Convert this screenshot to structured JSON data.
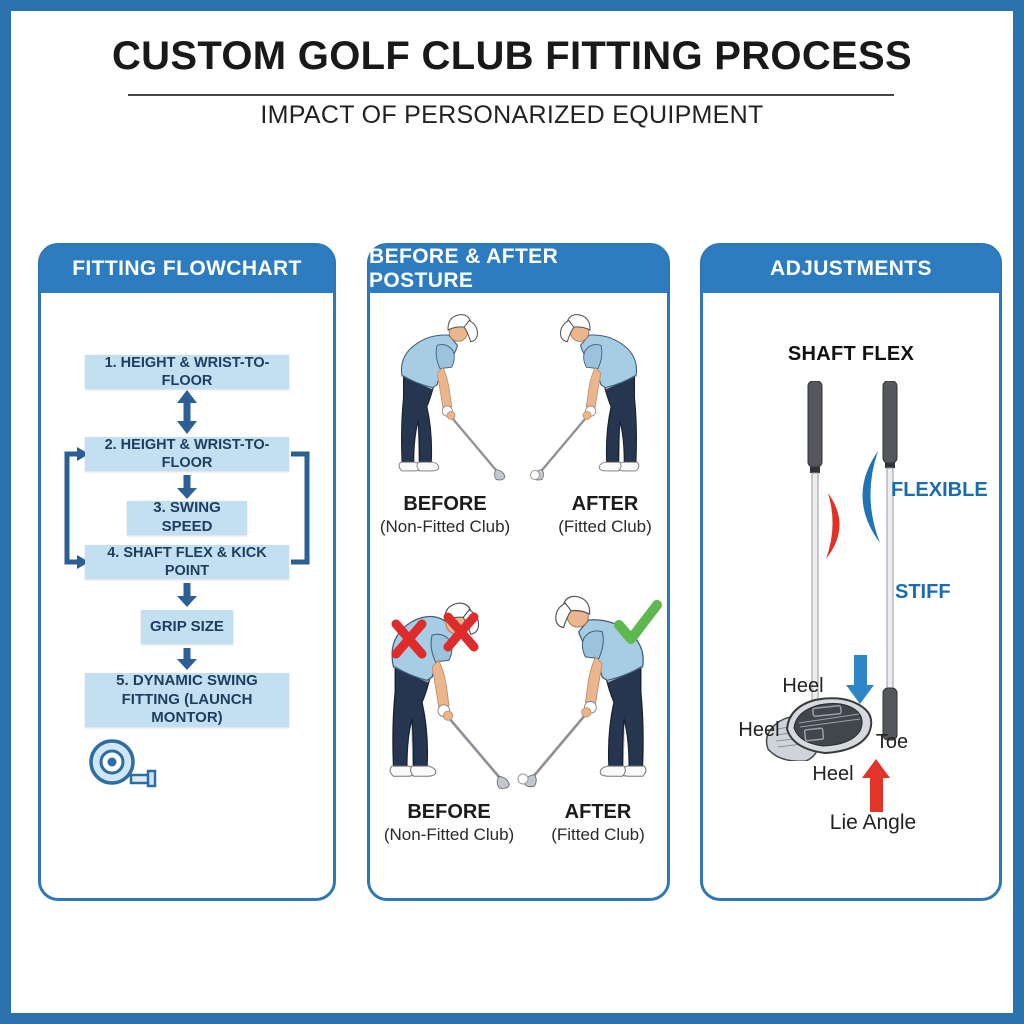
{
  "header": {
    "title": "CUSTOM GOLF CLUB FITTING PROCESS",
    "subtitle": "IMPACT OF PERSONARIZED EQUIPMENT"
  },
  "flowchart": {
    "title": "FITTING FLOWCHART",
    "steps": [
      "1. HEIGHT & WRIST-TO-FLOOR",
      "2. HEIGHT & WRIST-TO-FLOOR",
      "3. SWING SPEED",
      "4. SHAFT FLEX & KICK POINT",
      "GRIP SIZE",
      "5. DYNAMIC SWING FITTING (LAUNCH MONTOR)"
    ],
    "icon": "tape-measure-icon"
  },
  "posture": {
    "title": "BEFORE & AFTER POSTURE",
    "before_label": "BEFORE",
    "before_sub": "(Non-Fitted Club)",
    "after_label": "AFTER",
    "after_sub": "(Fitted Club)",
    "bad_mark_icon": "x-icon",
    "good_mark_icon": "check-icon"
  },
  "adjustments": {
    "title": "ADJUSTMENTS",
    "shaft_flex_label": "SHAFT FLEX",
    "flexible_label": "FLEXIBLE",
    "stiff_label": "STIFF",
    "heel_top": "Heel",
    "heel_left": "Heel",
    "heel_bottom": "Heel",
    "toe_label": "Toe",
    "lie_angle_label": "Lie Angle"
  },
  "colors": {
    "frame_blue": "#2b72ae",
    "panel_header_blue": "#2e7cc0",
    "flow_box_blue": "#c3e0f2",
    "flow_text_navy": "#1d3e60",
    "arrow_navy": "#2c5f93",
    "accent_red": "#de2c2c",
    "accent_green": "#5fb84f",
    "label_blue": "#1a6cb0"
  }
}
